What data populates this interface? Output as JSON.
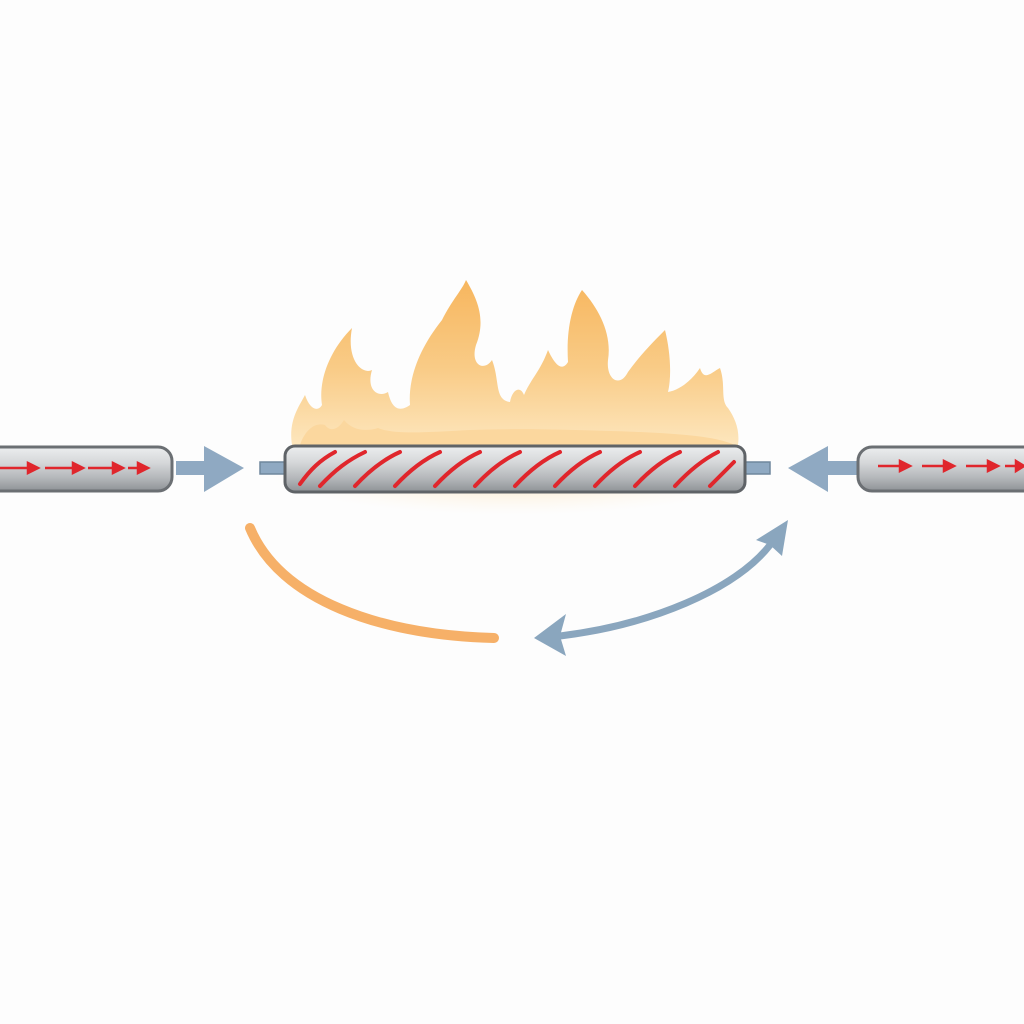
{
  "diagram": {
    "kind": "heating-rod-process",
    "elements": [
      {
        "name": "left-rod",
        "icon": "pipe-with-flow-arrows"
      },
      {
        "name": "left-inflow-arrow",
        "icon": "arrow-right-icon"
      },
      {
        "name": "center-heated-rod",
        "icon": "heating-coil-rod"
      },
      {
        "name": "flames",
        "icon": "flame-icon"
      },
      {
        "name": "right-inflow-arrow",
        "icon": "arrow-left-icon"
      },
      {
        "name": "right-rod",
        "icon": "pipe-with-flow-arrows"
      },
      {
        "name": "orange-arc",
        "icon": "curved-line"
      },
      {
        "name": "blue-double-arrow",
        "icon": "curved-double-arrow-icon"
      }
    ],
    "colors": {
      "rod_steel": "#b9bcbf",
      "rod_outline": "#6b6f73",
      "coil_red": "#e0262c",
      "flame_orange": "#f6b25a",
      "flame_light": "#fde3b5",
      "flow_arrow_blue": "#8fa9c2",
      "arc_orange": "#f6b068",
      "arc_blue": "#8aa6be"
    }
  }
}
